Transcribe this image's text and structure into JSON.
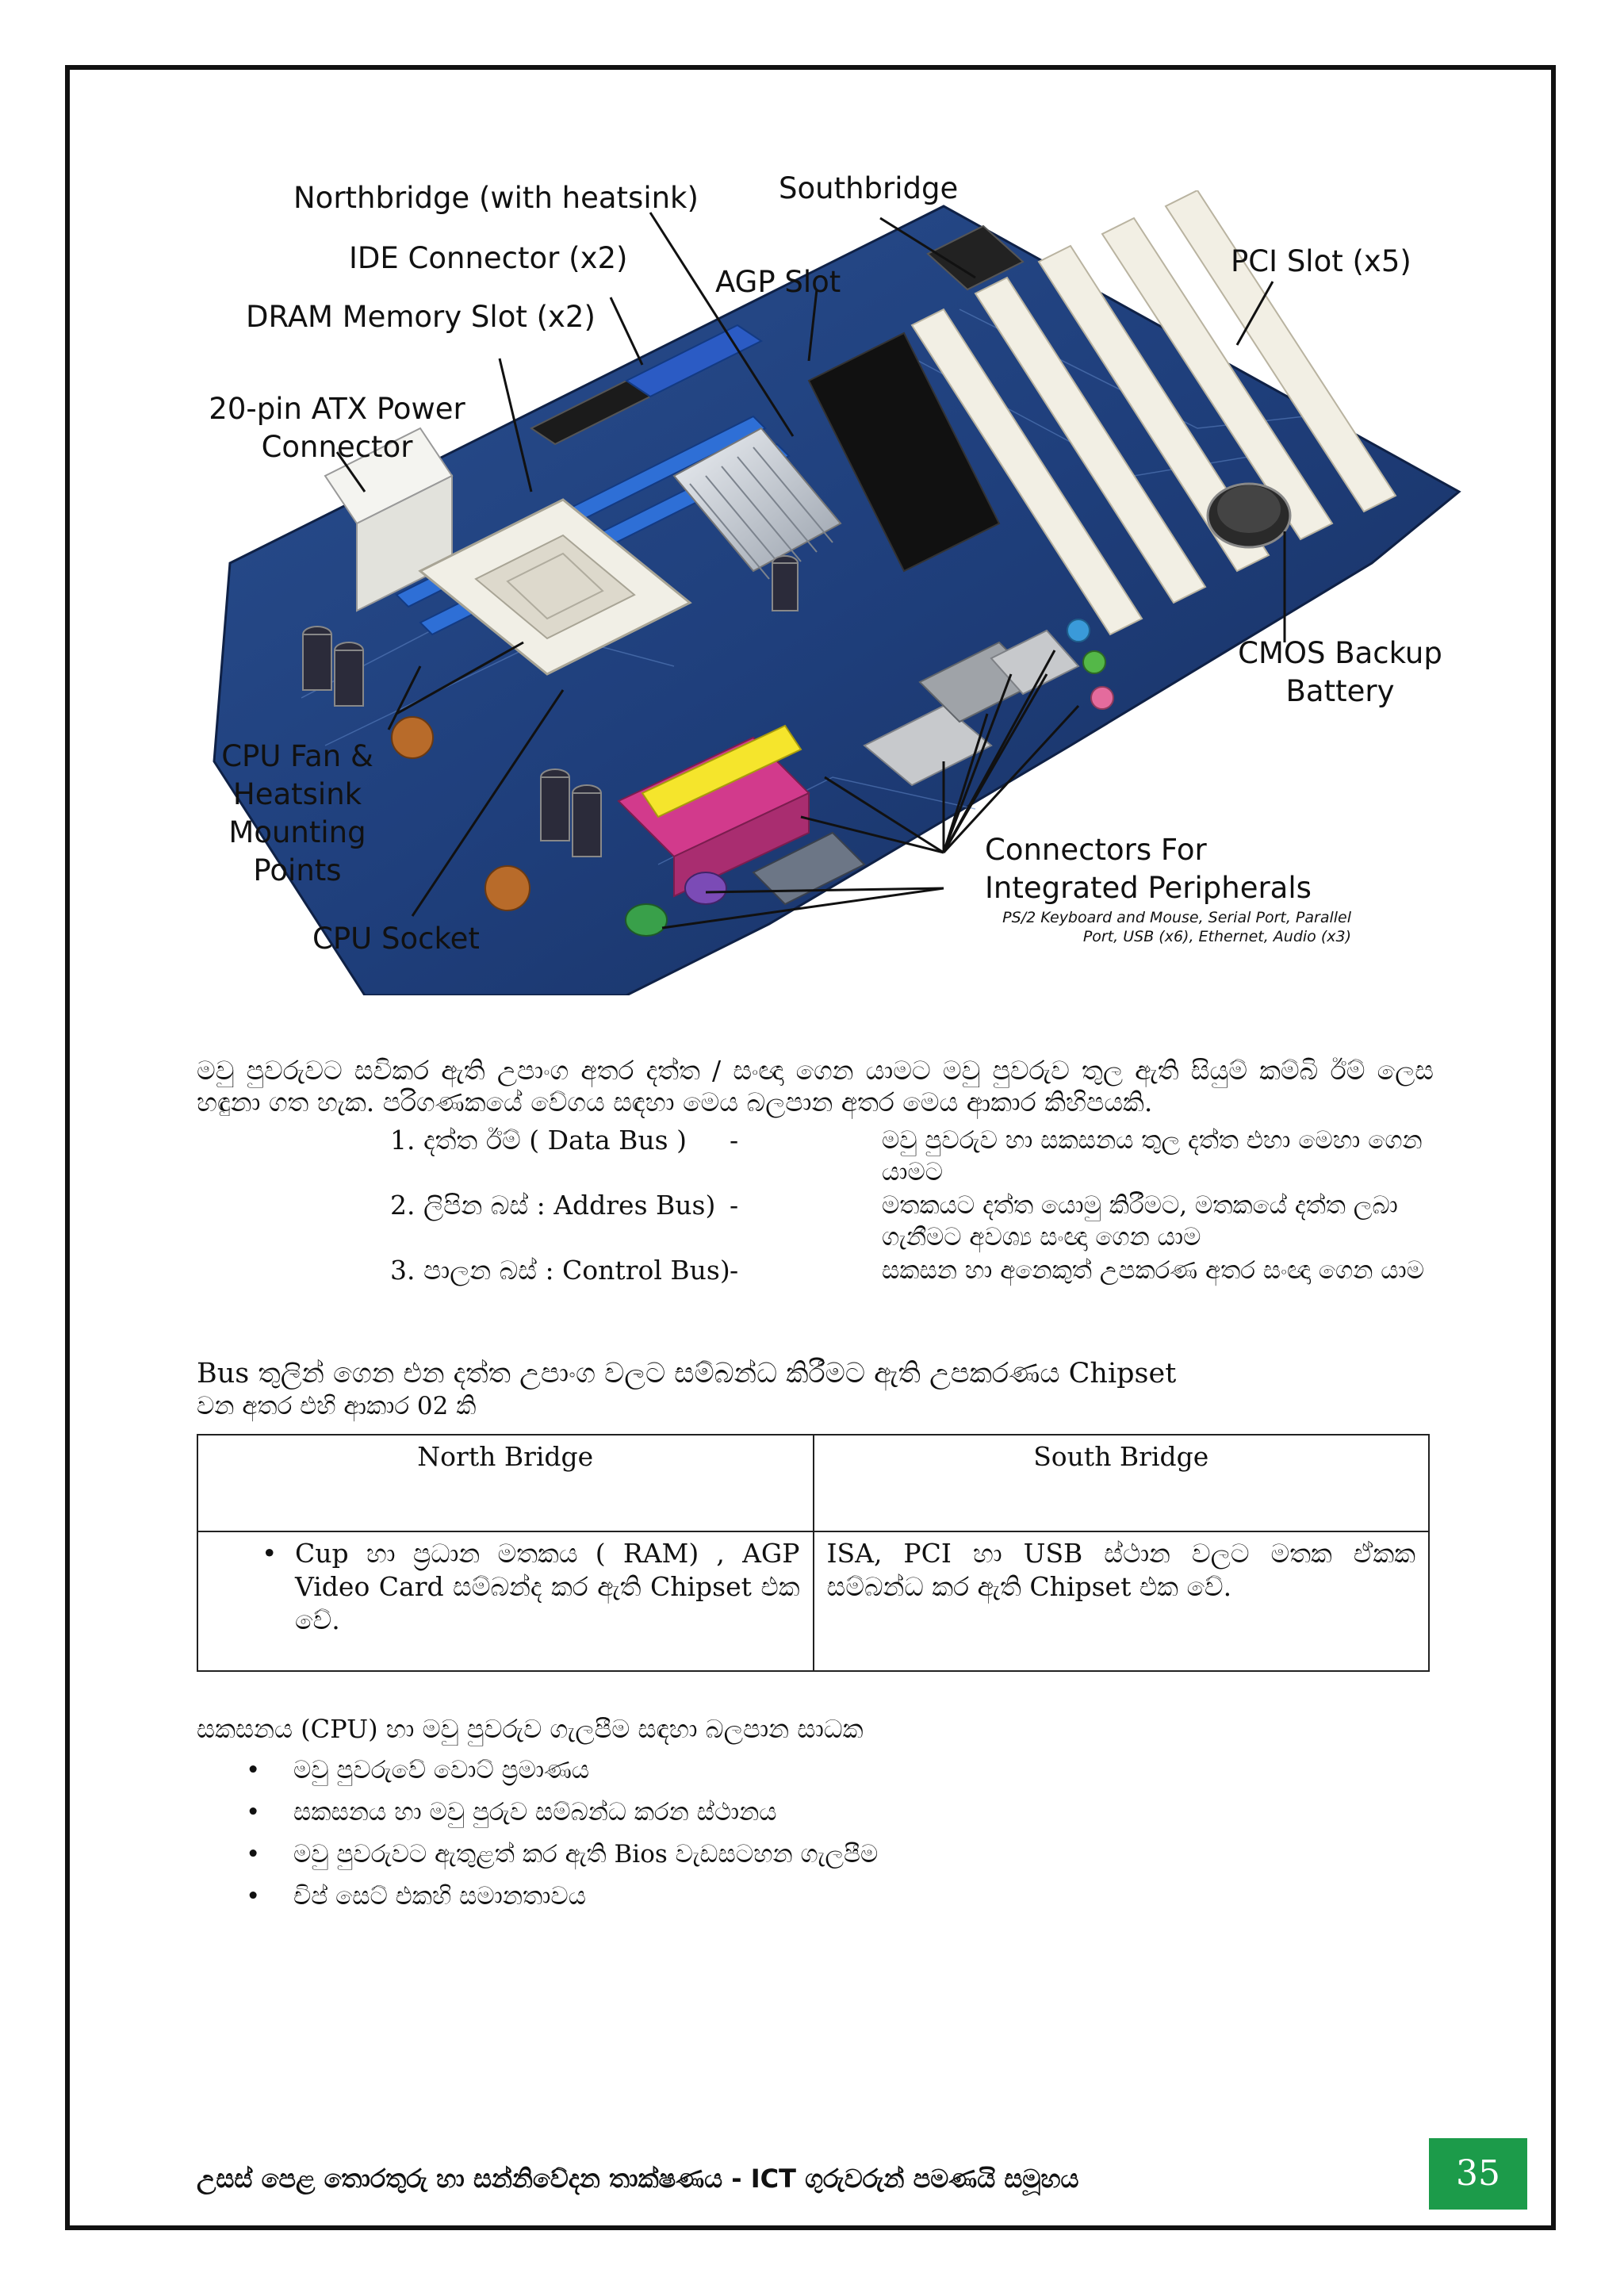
{
  "figure": {
    "labels": {
      "northbridge": "Northbridge (with heatsink)",
      "southbridge": "Southbridge",
      "ide": "IDE Connector (x2)",
      "agp": "AGP Slot",
      "pci": "PCI Slot (x5)",
      "dram": "DRAM Memory Slot (x2)",
      "atx": "20-pin ATX Power Connector",
      "cmos": "CMOS Backup Battery",
      "cpufan": "CPU Fan & Heatsink Mounting Points",
      "connectors": "Connectors For Integrated Peripherals",
      "connectors_note": "PS/2 Keyboard and Mouse, Serial Port, Parallel Port, USB (x6), Ethernet, Audio (x3)",
      "cpusocket": "CPU Socket"
    }
  },
  "intro": "මවු පුවරුවට සවිකර ඇති උපාංග අතර දත්ත / සංඥා ගෙන යාමට මවු පුවරුව තුල ඇති සියුම් කම්බි ඊම් ලෙස හඳුනා ගත හැක. පරිගණකයේ වේගය සඳහා මෙය බලපාන අතර මෙය ආකාර කිහිපයකි.",
  "buses": [
    {
      "name": "1. දත්ත ඊම් ( Data Bus )",
      "dash": "-",
      "desc": "මවු පුවරුව හා සකසනය තුල දත්ත එහා මෙහා ගෙන යාමට"
    },
    {
      "name": "2. ලිපින බස් : Addres Bus)",
      "dash": "-",
      "desc": "මතකයට දත්ත යොමු කිරීමට, මතකයේ දත්ත ලබා ගැනීමට  අවශ්‍ය සංඥා ගෙන යාම"
    },
    {
      "name": "3. පාලන බස් : Control Bus)",
      "dash": "-",
      "desc": "සකසන හා අනෙකුත් උපකරණ අතර සංඥා ගෙන යාම"
    }
  ],
  "chipset_intro": {
    "line1": "Bus තුලින් ගෙන එන දත්ත උපාංග වලට සම්බන්ධ කිරීමට ඇති උපකරණය Chipset",
    "line2": "වන අතර එහි ආකාර 02 කි"
  },
  "table": {
    "headers": [
      "North Bridge",
      "South Bridge"
    ],
    "north_bullet": "•",
    "north": "Cup හා ප්‍රධාන මතකය ( RAM) , AGP Video Card සම්බන්ද කර ඇති Chipset එක වේ.",
    "south": "ISA, PCI හා  USB ස්ථාන වලට මතක ඒකක සම්බන්ධ කර ඇති Chipset එක වේ."
  },
  "factors": {
    "title": "සකසනය (CPU) හා මවු පුවරුව ගැලපීම සඳහා බලපාන සාධක",
    "bullet": "•",
    "items": [
      "මවු පුවරුවේ වොට් ප්‍රමාණය",
      "සකසනය හා මවු පුරුව සම්බන්ධ කරන ස්ථානය",
      "මවු පුවරුවට ඇතුළත් කර ඇති Bios වැඩසටහන ගැලපීම",
      "චිප් සෙට් එකහි සමානතාවය"
    ]
  },
  "footer": {
    "text": "උසස් පෙළ තොරතුරු හා සන්නිවේදන තාක්ෂණය - ICT ගුරුවරුන් පමණයි සමූහය",
    "page_number": "35",
    "page_color": "#1c9b4a"
  }
}
